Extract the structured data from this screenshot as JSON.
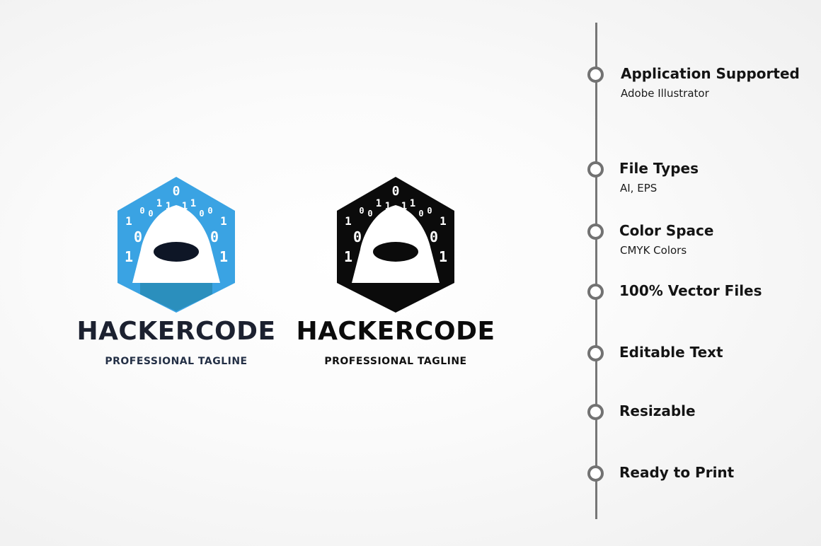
{
  "logos": [
    {
      "variant": "color",
      "brand": "HACKERCODE",
      "tagline": "PROFESSIONAL TAGLINE",
      "colors": {
        "hexagon": "#3aa3e3",
        "shield": "#2b8fbd",
        "text": "#1c2130",
        "tagline": "#243046"
      }
    },
    {
      "variant": "black",
      "brand": "HACKERCODE",
      "tagline": "PROFESSIONAL TAGLINE",
      "colors": {
        "hexagon": "#0b0b0b",
        "shield": "#0b0b0b",
        "text": "#0b0b0b",
        "tagline": "#111111"
      }
    }
  ],
  "emblem_digits": {
    "top": "0",
    "row2": [
      "1",
      "1",
      "1",
      "1"
    ],
    "row3": [
      "0",
      "0",
      "0",
      "0"
    ],
    "side_top": [
      "1",
      "1"
    ],
    "side_mid": [
      "0",
      "0"
    ],
    "side_bottom": [
      "1",
      "1"
    ]
  },
  "features": [
    {
      "title": "Application Supported",
      "subtitle": "Adobe Illustrator"
    },
    {
      "title": "File Types",
      "subtitle": "AI, EPS"
    },
    {
      "title": "Color Space",
      "subtitle": "CMYK Colors"
    },
    {
      "title": "100% Vector Files"
    },
    {
      "title": "Editable Text"
    },
    {
      "title": "Resizable"
    },
    {
      "title": "Ready to Print"
    }
  ],
  "timeline_color": "#767676"
}
